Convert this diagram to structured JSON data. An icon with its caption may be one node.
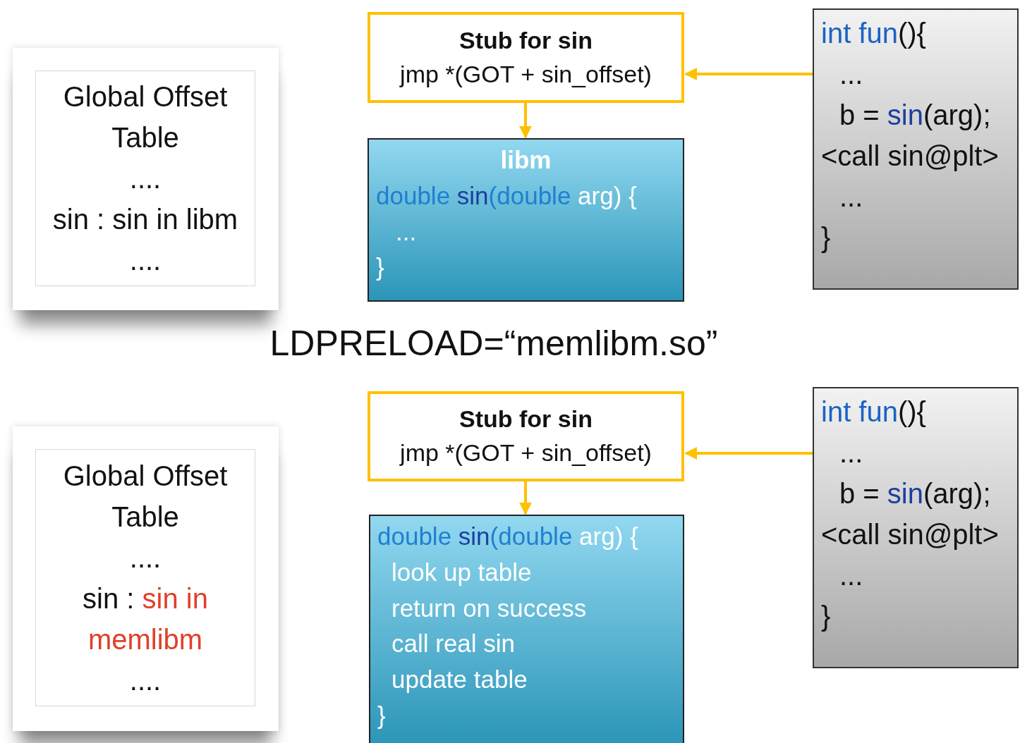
{
  "diagram": {
    "nodes": [
      {
        "text": [
          "Global Offset Table",
          "....",
          "sin : sin in libm",
          "...."
        ]
      },
      {
        "text": [
          "Stub for sin",
          "jmp *(GOT + sin_offset)"
        ]
      },
      {
        "text": [
          "libm",
          "double sin(double arg) {",
          "...",
          "}"
        ]
      },
      {
        "text": [
          "int fun(){",
          "...",
          "b = sin(arg);",
          "<call sin@plt>",
          "...",
          "}"
        ]
      },
      {
        "text": [
          "Global Offset Table",
          "....",
          "sin : sin in memlibm",
          "...."
        ]
      },
      {
        "text": [
          "Stub for sin",
          "jmp *(GOT + sin_offset)"
        ]
      },
      {
        "text": [
          "double sin(double arg) {",
          "look up table",
          "return on success",
          "call real sin",
          "update table",
          "}"
        ]
      },
      {
        "text": [
          "int fun(){",
          "...",
          "b = sin(arg);",
          "<call sin@plt>",
          "...",
          "}"
        ]
      }
    ],
    "edges": [
      {
        "from": 3,
        "to": 1,
        "arrow": "to"
      },
      {
        "from": 1,
        "to": 2,
        "arrow": "to"
      },
      {
        "from": 7,
        "to": 5,
        "arrow": "to"
      },
      {
        "from": 5,
        "to": 6,
        "arrow": "to"
      }
    ],
    "labels": [
      "LDPRELOAD=“memlibm.so”"
    ]
  }
}
